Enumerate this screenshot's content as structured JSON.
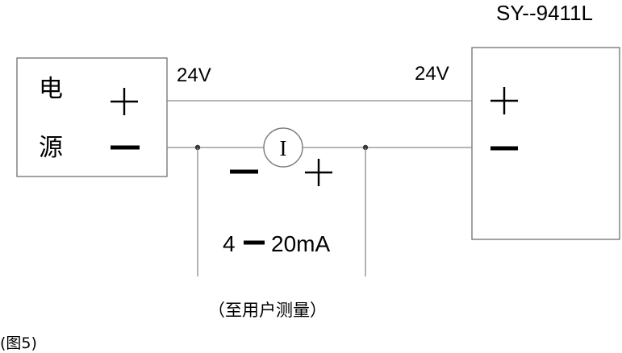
{
  "device_label": "SY--9411L",
  "power_supply": {
    "label_line1": "电",
    "label_line2": "源"
  },
  "voltage_left": "24V",
  "voltage_right": "24V",
  "meter_symbol": "I",
  "current_range": {
    "low": "4",
    "high": "20mA"
  },
  "user_note": "（至用户测量）",
  "figure_caption": "(图5)"
}
